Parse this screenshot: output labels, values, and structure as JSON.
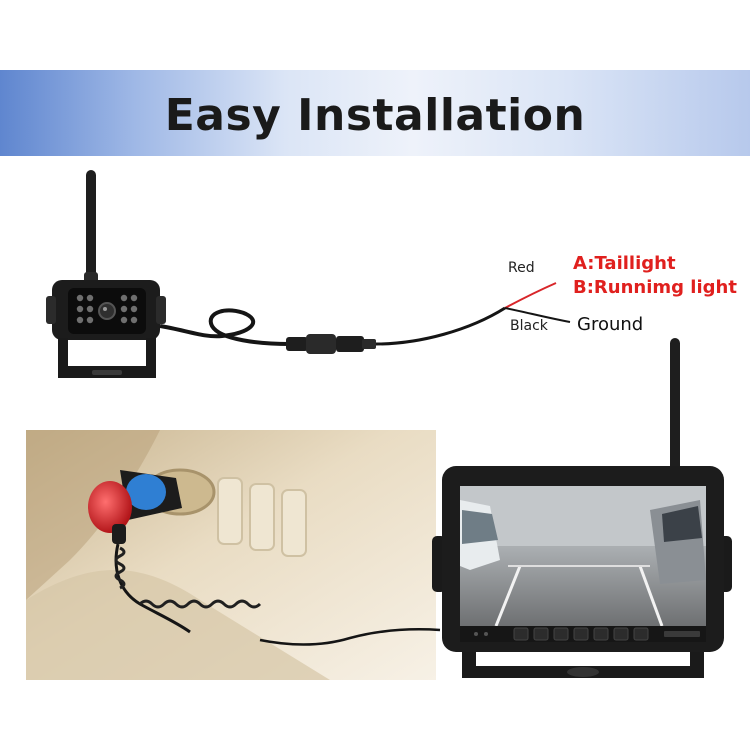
{
  "banner": {
    "title": "Easy Installation"
  },
  "wiring": {
    "red_wire": "Red",
    "black_wire": "Black",
    "function_a": "A:Taillight",
    "function_b": "B:Runnimg light",
    "ground": "Ground"
  },
  "colors": {
    "banner_left": "#5f86cf",
    "banner_center": "#eef2fa",
    "label_red": "#e0201e",
    "label_dark": "#111111",
    "device_black": "#1c1c1c",
    "plug_red": "#d8262a",
    "plug_blue": "#2f7fd3"
  }
}
